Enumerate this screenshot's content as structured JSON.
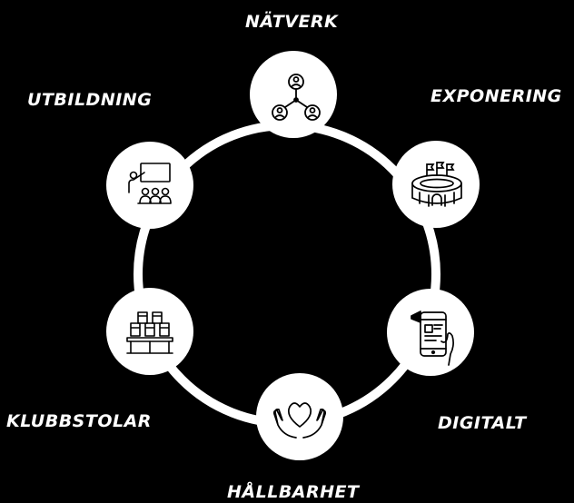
{
  "diagram": {
    "colors": {
      "background": "#000000",
      "ring": "#ffffff",
      "node": "#ffffff",
      "icon": "#000000",
      "label": "#ffffff"
    },
    "nodes": [
      {
        "id": "natverk",
        "label": "NÄTVERK",
        "icon": "network-icon"
      },
      {
        "id": "exponering",
        "label": "EXPONERING",
        "icon": "stadium-icon"
      },
      {
        "id": "digitalt",
        "label": "DIGITALT",
        "icon": "phone-icon"
      },
      {
        "id": "hallbarhet",
        "label": "HÅLLBARHET",
        "icon": "heart-hands-icon"
      },
      {
        "id": "klubbstolar",
        "label": "KLUBBSTOLAR",
        "icon": "seats-icon"
      },
      {
        "id": "utbildning",
        "label": "UTBILDNING",
        "icon": "teacher-icon"
      }
    ]
  }
}
